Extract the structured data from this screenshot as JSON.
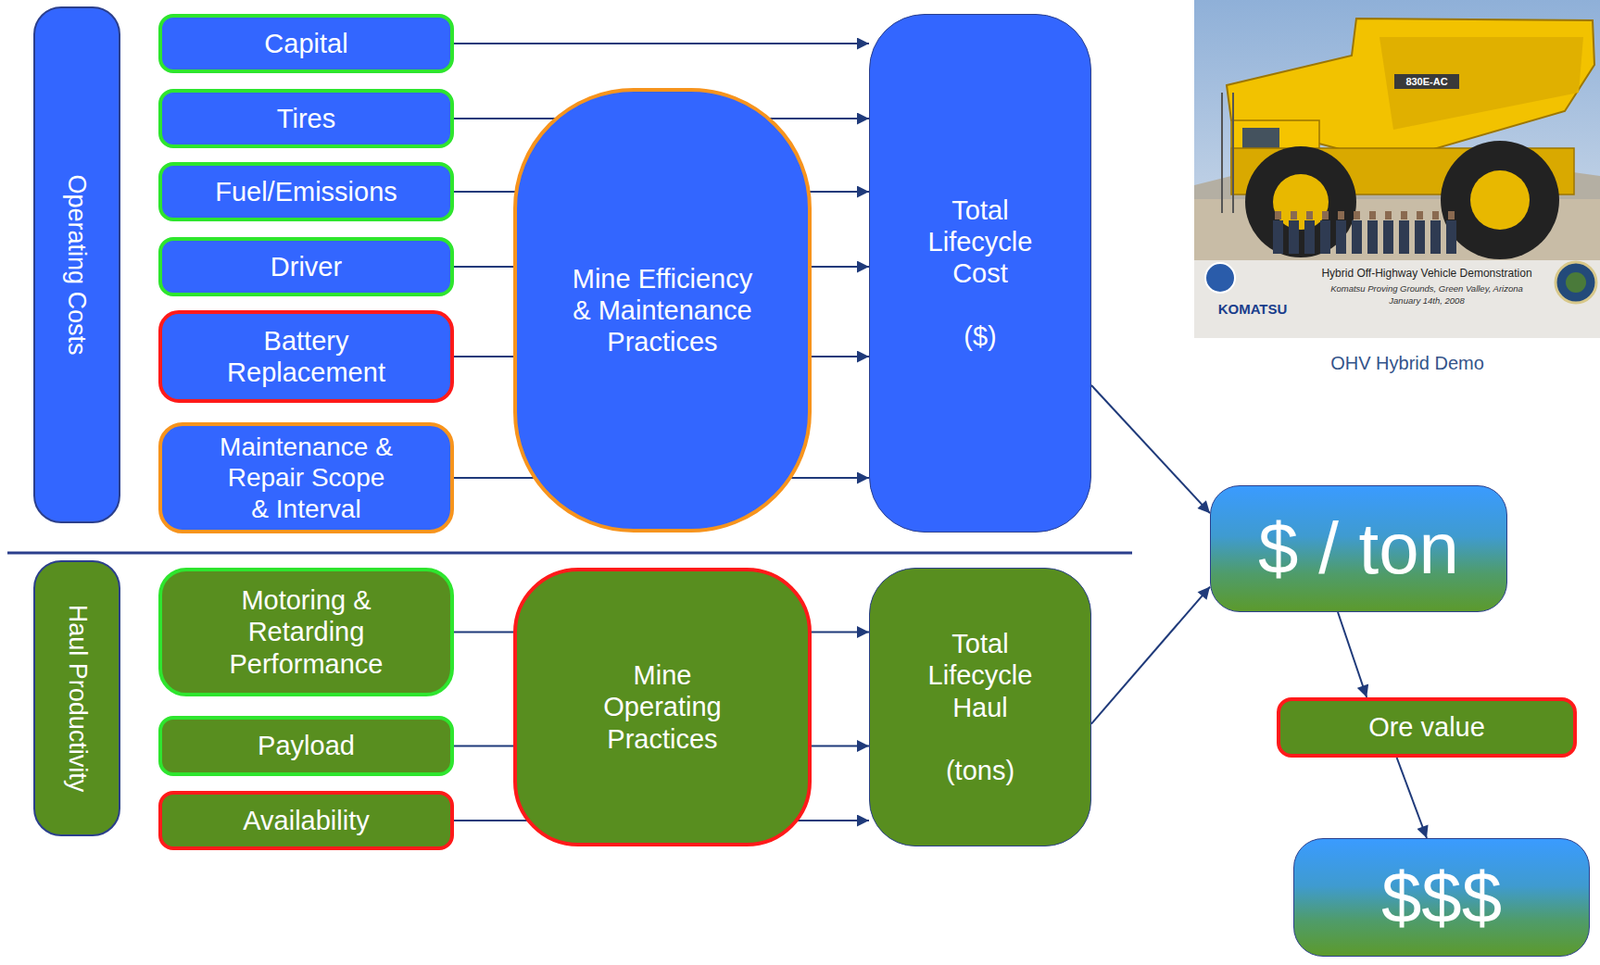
{
  "diagram": {
    "nodes": [
      {
        "text": [
          "Operating Costs"
        ]
      },
      {
        "text": [
          "Capital"
        ]
      },
      {
        "text": [
          "Tires"
        ]
      },
      {
        "text": [
          "Fuel/Emissions"
        ]
      },
      {
        "text": [
          "Driver"
        ]
      },
      {
        "text": [
          "Battery Replacement"
        ]
      },
      {
        "text": [
          "Maintenance & Repair Scope & Interval"
        ]
      },
      {
        "text": [
          "Mine Efficiency & Maintenance Practices"
        ]
      },
      {
        "text": [
          "Total Lifecycle Cost",
          "($)"
        ]
      },
      {
        "text": [
          "Haul Productivity"
        ]
      },
      {
        "text": [
          "Motoring & Retarding Performance"
        ]
      },
      {
        "text": [
          "Payload"
        ]
      },
      {
        "text": [
          "Availability"
        ]
      },
      {
        "text": [
          "Mine Operating Practices"
        ]
      },
      {
        "text": [
          "Total Lifecycle Haul",
          "(tons)"
        ]
      },
      {
        "text": [
          "$ / ton"
        ]
      },
      {
        "text": [
          "Ore value"
        ]
      },
      {
        "text": [
          "$$$"
        ]
      }
    ],
    "edges": [
      {
        "from": 1,
        "to": 8,
        "arrow": "to"
      },
      {
        "from": 2,
        "to": 8,
        "arrow": "to"
      },
      {
        "from": 3,
        "to": 8,
        "arrow": "to"
      },
      {
        "from": 4,
        "to": 8,
        "arrow": "to"
      },
      {
        "from": 5,
        "to": 8,
        "arrow": "to"
      },
      {
        "from": 6,
        "to": 8,
        "arrow": "to"
      },
      {
        "from": 10,
        "to": 14,
        "arrow": "to"
      },
      {
        "from": 11,
        "to": 14,
        "arrow": "to"
      },
      {
        "from": 12,
        "to": 14,
        "arrow": "to"
      },
      {
        "from": 8,
        "to": 15,
        "arrow": "to"
      },
      {
        "from": 14,
        "to": 15,
        "arrow": "to"
      },
      {
        "from": 15,
        "to": 16,
        "arrow": "to"
      },
      {
        "from": 16,
        "to": 17,
        "arrow": "to"
      }
    ],
    "labels": [
      "830E-AC",
      "KOMATSU",
      "Hybrid Off-Highway Vehicle Demonstration",
      "Komatsu Proving Grounds, Green Valley, Arizona",
      "January 14th, 2008",
      "OHV Hybrid Demo"
    ]
  }
}
